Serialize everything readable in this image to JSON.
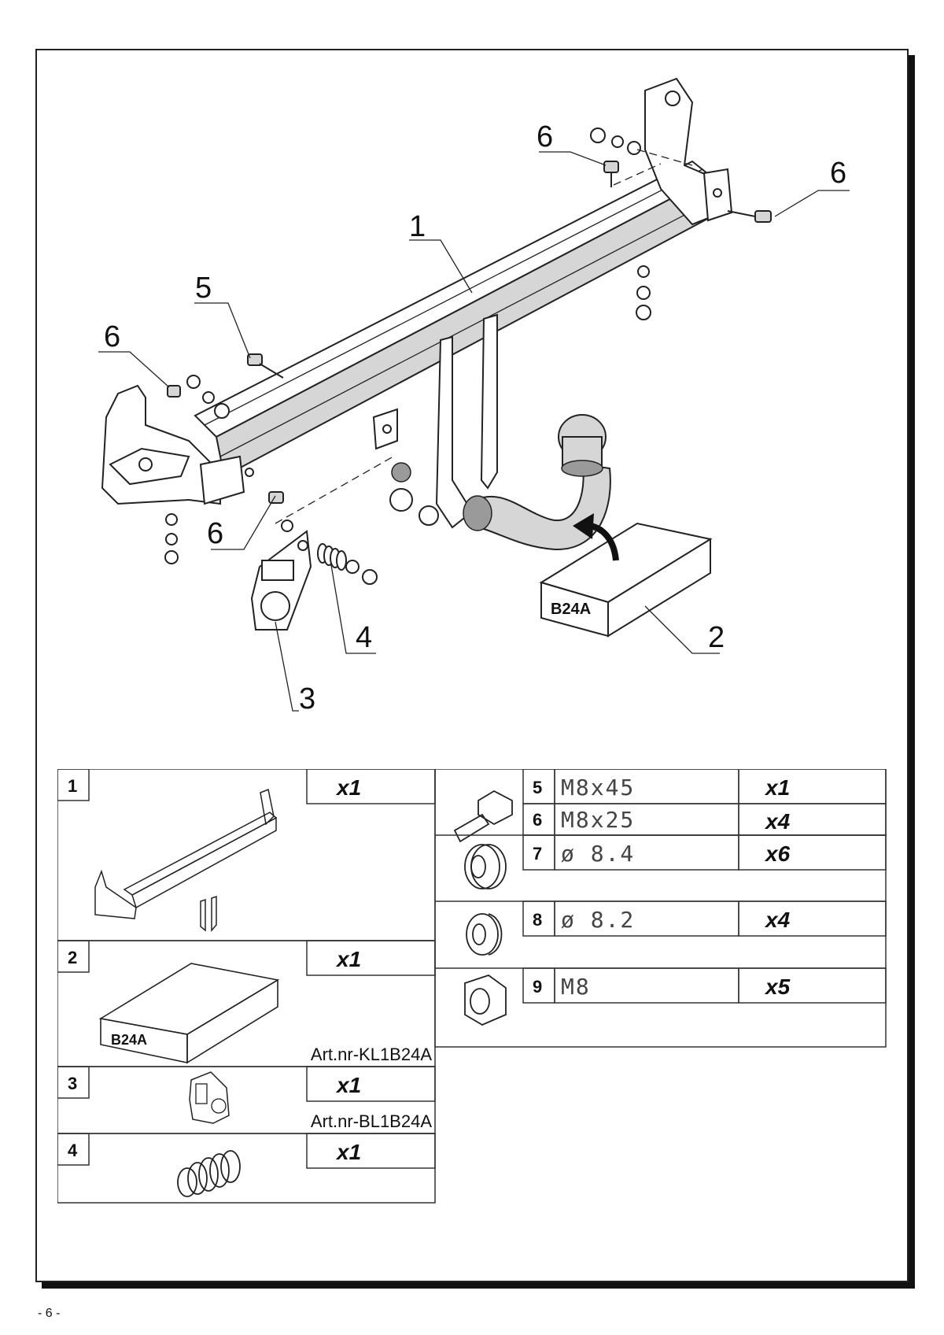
{
  "diagram": {
    "callouts": [
      "1",
      "2",
      "3",
      "4",
      "5",
      "6",
      "6",
      "6",
      "6"
    ],
    "box_label": "B24A"
  },
  "parts_table": {
    "left": [
      {
        "num": "1",
        "qty": "x1",
        "art": ""
      },
      {
        "num": "2",
        "qty": "x1",
        "art": "Art.nr-KL1B24A",
        "box_label": "B24A"
      },
      {
        "num": "3",
        "qty": "x1",
        "art": "Art.nr-BL1B24A"
      },
      {
        "num": "4",
        "qty": "x1",
        "art": ""
      }
    ],
    "right": [
      {
        "num": "5",
        "spec": "M8x45",
        "qty": "x1",
        "icon": "bolt-icon"
      },
      {
        "num": "6",
        "spec": "M8x25",
        "qty": "x4",
        "icon": "bolt-icon"
      },
      {
        "num": "7",
        "spec": "ø 8.4",
        "qty": "x6",
        "icon": "flat-washer-icon"
      },
      {
        "num": "8",
        "spec": "ø 8.2",
        "qty": "x4",
        "icon": "spring-washer-icon"
      },
      {
        "num": "9",
        "spec": "M8",
        "qty": "x5",
        "icon": "hex-nut-icon"
      }
    ]
  },
  "footer": {
    "page_number": "- 6 -"
  }
}
